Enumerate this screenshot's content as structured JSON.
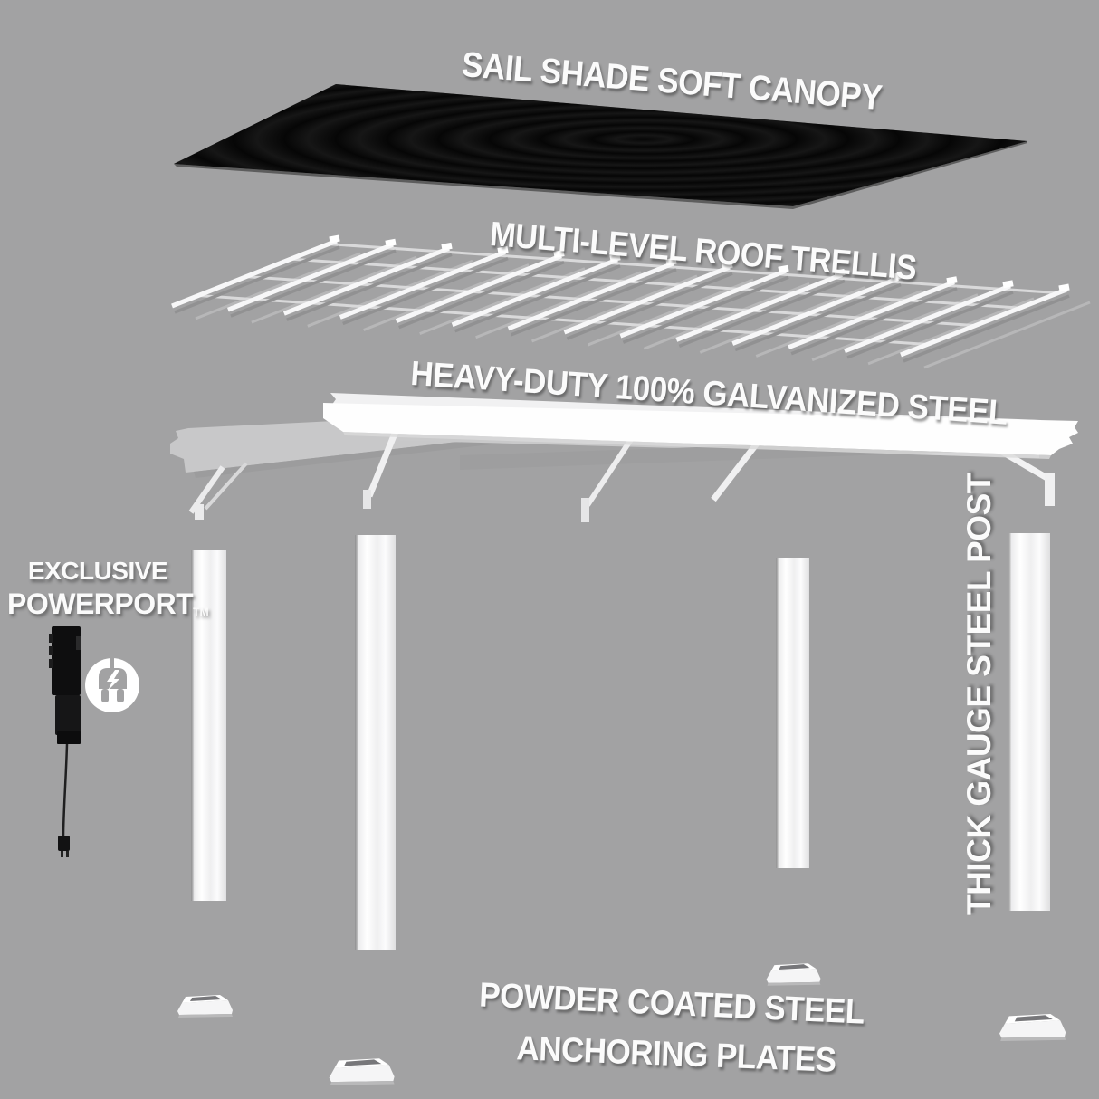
{
  "labels": {
    "canopy": "SAIL SHADE SOFT CANOPY",
    "trellis": "MULTI-LEVEL ROOF TRELLIS",
    "frame": "HEAVY-DUTY 100% GALVANIZED STEEL",
    "powerport_line1": "EXCLUSIVE",
    "powerport_line2": "POWERPORT",
    "powerport_trademark": "TM",
    "post": "THICK GAUGE STEEL POST",
    "anchors_line1": "POWDER COATED STEEL",
    "anchors_line2": "ANCHORING PLATES"
  },
  "icons": {
    "powerport": "plug-lightning-icon"
  },
  "colors": {
    "background": "#a2a2a3",
    "canopy": "#0b0b0b",
    "structure_white": "#f7f7f8",
    "label_text": "#fbfbfb",
    "powerport_device": "#111113"
  }
}
